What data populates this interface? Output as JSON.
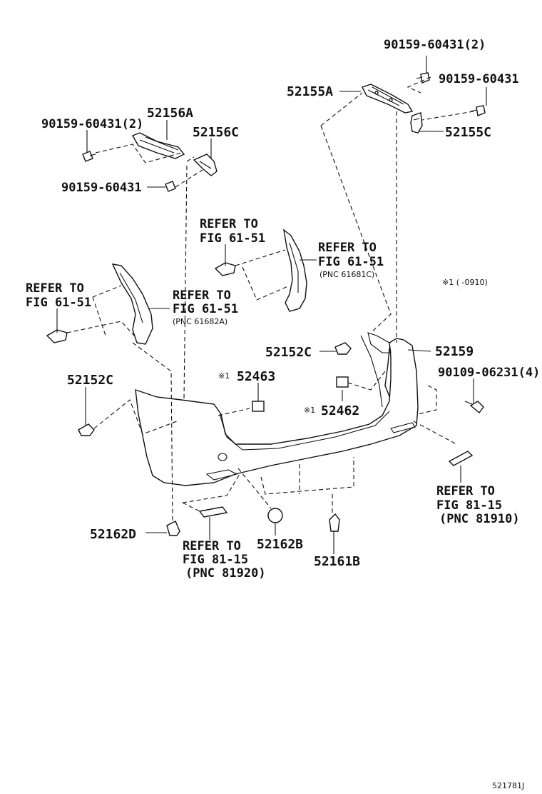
{
  "labels": {
    "p_90159_60431_2_top": "90159-60431(2)",
    "p_90159_60431_right": "90159-60431",
    "p_52155A": "52155A",
    "p_52155C": "52155C",
    "p_52156A": "52156A",
    "p_90159_60431_2_left": "90159-60431(2)",
    "p_52156C": "52156C",
    "p_90159_60431_left": "90159-60431",
    "refer_a_1": "REFER TO",
    "refer_a_2": "FIG 61-51",
    "refer_b_1": "REFER TO",
    "refer_b_2": "FIG 61-51",
    "refer_b_3": "(PNC 61681C)",
    "note_ref": "※1 (      -0910)",
    "refer_c_1": "REFER TO",
    "refer_c_2": "FIG 61-51",
    "refer_d_1": "REFER TO",
    "refer_d_2": "FIG 61-51",
    "refer_d_3": "(PNC 61682A)",
    "p_52152C_mid": "52152C",
    "p_52159": "52159",
    "p_90109": "90109-06231(4)",
    "p_52152C_left": "52152C",
    "mark_52463": "※1",
    "p_52463": "52463",
    "mark_52462": "※1",
    "p_52462": "52462",
    "refer_e_1": "REFER TO",
    "refer_e_2": "FIG 81-15",
    "refer_e_3": "(PNC 81910)",
    "p_52162D": "52162D",
    "refer_f_1": "REFER TO",
    "refer_f_2": "FIG 81-15",
    "refer_f_3": "(PNC 81920)",
    "p_52162B": "52162B",
    "p_52161B": "52161B",
    "diagram_id": "521781J"
  }
}
